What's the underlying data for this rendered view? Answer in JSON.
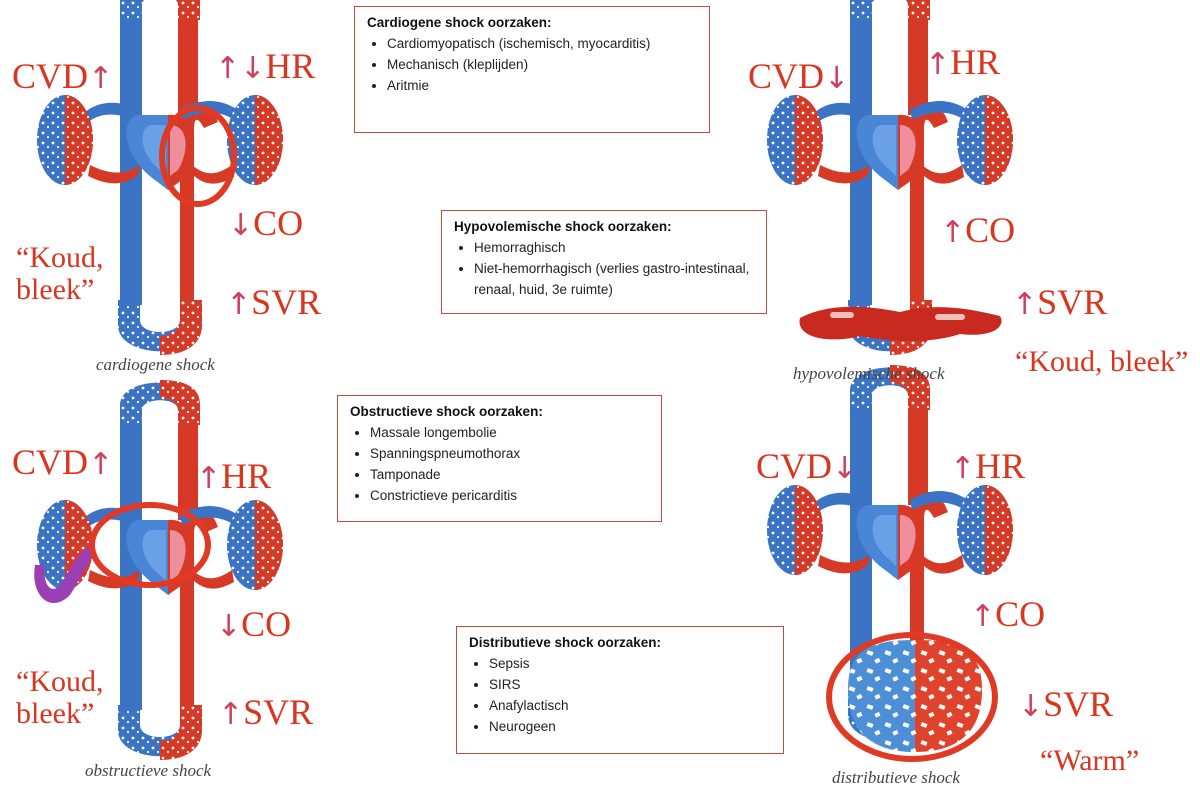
{
  "boxes": {
    "cardiogenic": {
      "title": "Cardiogene shock oorzaken:",
      "items": [
        "Cardiomyopatisch (ischemisch, myocarditis)",
        "Mechanisch (kleplijden)",
        "Aritmie"
      ]
    },
    "hypovolemic": {
      "title": "Hypovolemische shock oorzaken:",
      "items": [
        "Hemorraghisch",
        "Niet-hemorrhagisch (verlies gastro-intestinaal, renaal, huid, 3e ruimte)"
      ]
    },
    "obstructive": {
      "title": "Obstructieve shock oorzaken:",
      "items": [
        "Massale longembolie",
        "Spanningspneumothorax",
        "Tamponade",
        "Constrictieve pericarditis"
      ]
    },
    "distributive": {
      "title": "Distributieve shock oorzaken:",
      "items": [
        "Sepsis",
        "SIRS",
        "Anafylactisch",
        "Neurogeen"
      ]
    }
  },
  "panels": {
    "cardiogenic": {
      "caption": "cardiogene shock",
      "cvd": "CVD",
      "hr": "HR",
      "co": "CO",
      "svr": "SVR",
      "quote": "“Koud, bleek”",
      "cvd_arrow": "↑",
      "hr_arrow": "↑↓",
      "co_arrow": "↓",
      "svr_arrow": "↑"
    },
    "hypovolemic": {
      "caption": "hypovolemische shock",
      "cvd": "CVD",
      "hr": "HR",
      "co": "CO",
      "svr": "SVR",
      "quote": "“Koud, bleek”",
      "cvd_arrow": "↓",
      "hr_arrow": "↑",
      "co_arrow": "↑",
      "svr_arrow": "↑"
    },
    "obstructive": {
      "caption": "obstructieve shock",
      "cvd": "CVD",
      "hr": "HR",
      "co": "CO",
      "svr": "SVR",
      "quote": "“Koud, bleek”",
      "cvd_arrow": "↑",
      "hr_arrow": "↑",
      "co_arrow": "↓",
      "svr_arrow": "↑"
    },
    "distributive": {
      "caption": "distributieve shock",
      "cvd": "CVD",
      "hr": "HR",
      "co": "CO",
      "svr": "SVR",
      "quote": "“Warm”",
      "cvd_arrow": "↓",
      "hr_arrow": "↑",
      "co_arrow": "↑",
      "svr_arrow": "↓"
    }
  },
  "colors": {
    "label_red": "#d9351f",
    "arrow_pink": "#cf3f5b",
    "artery_red": "#d63a26",
    "vein_blue": "#3b74c4",
    "highlight_ring": "#e03a24",
    "blood_pool": "#c92a1f",
    "pulmonary_purple": "#9b3fb5"
  }
}
